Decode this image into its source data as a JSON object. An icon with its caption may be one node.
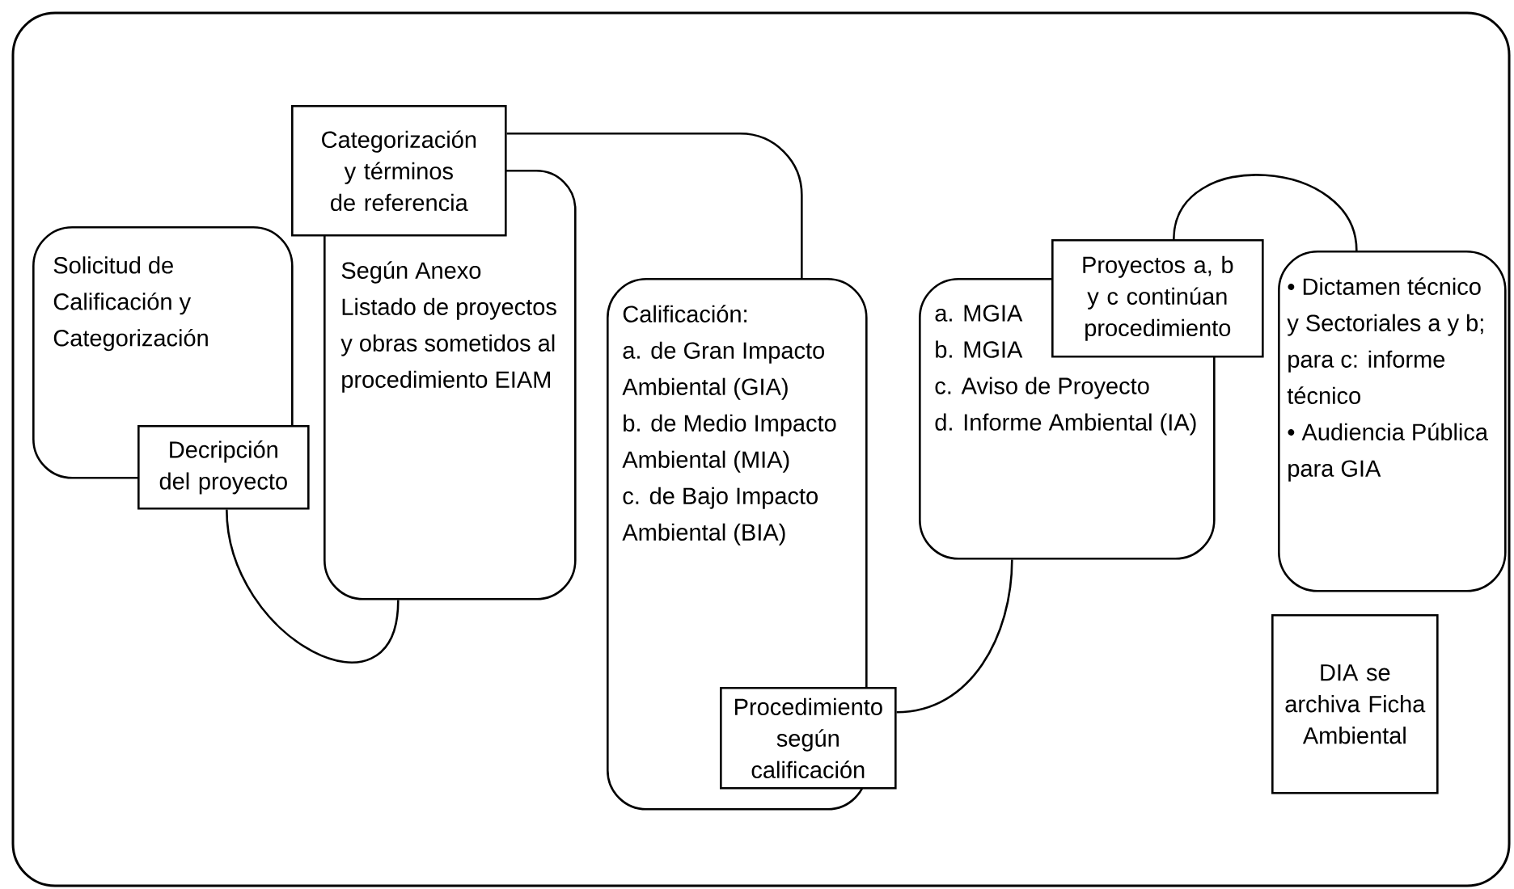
{
  "diagram": {
    "nodes": [
      {
        "text": [
          "Solicitud de Calificación y Categorización"
        ]
      },
      {
        "text": [
          "Decripción del proyecto"
        ]
      },
      {
        "text": [
          "Categorización y términos de referencia"
        ]
      },
      {
        "text": [
          "Según Anexo Listado de proyectos y obras sometidos al procedimiento EIAM"
        ]
      },
      {
        "text": [
          "Calificación:",
          "a. de Gran Impacto Ambiental (GIA)",
          "b. de Medio Impacto Ambiental (MIA)",
          "c. de Bajo Impacto Ambiental (BIA)"
        ]
      },
      {
        "text": [
          "Procedimiento según calificación"
        ]
      },
      {
        "text": [
          "a. MGIA",
          "b. MGIA",
          "c. Aviso de Proyecto",
          "d. Informe Ambiental (IA)"
        ]
      },
      {
        "text": [
          "Proyectos a, b y c continúan procedimiento"
        ]
      },
      {
        "text": [
          "• Dictamen técnico y Sectoriales a y b; para c: informe técnico",
          "• Audiencia Pública para GIA"
        ]
      },
      {
        "text": [
          "DIA se archiva Ficha Ambiental"
        ]
      }
    ],
    "edges": [
      {
        "from": 1,
        "to": 3,
        "arrow": "none"
      },
      {
        "from": 2,
        "to": 4,
        "arrow": "none"
      },
      {
        "from": 5,
        "to": 6,
        "arrow": "none"
      },
      {
        "from": 7,
        "to": 8,
        "arrow": "none"
      }
    ]
  }
}
